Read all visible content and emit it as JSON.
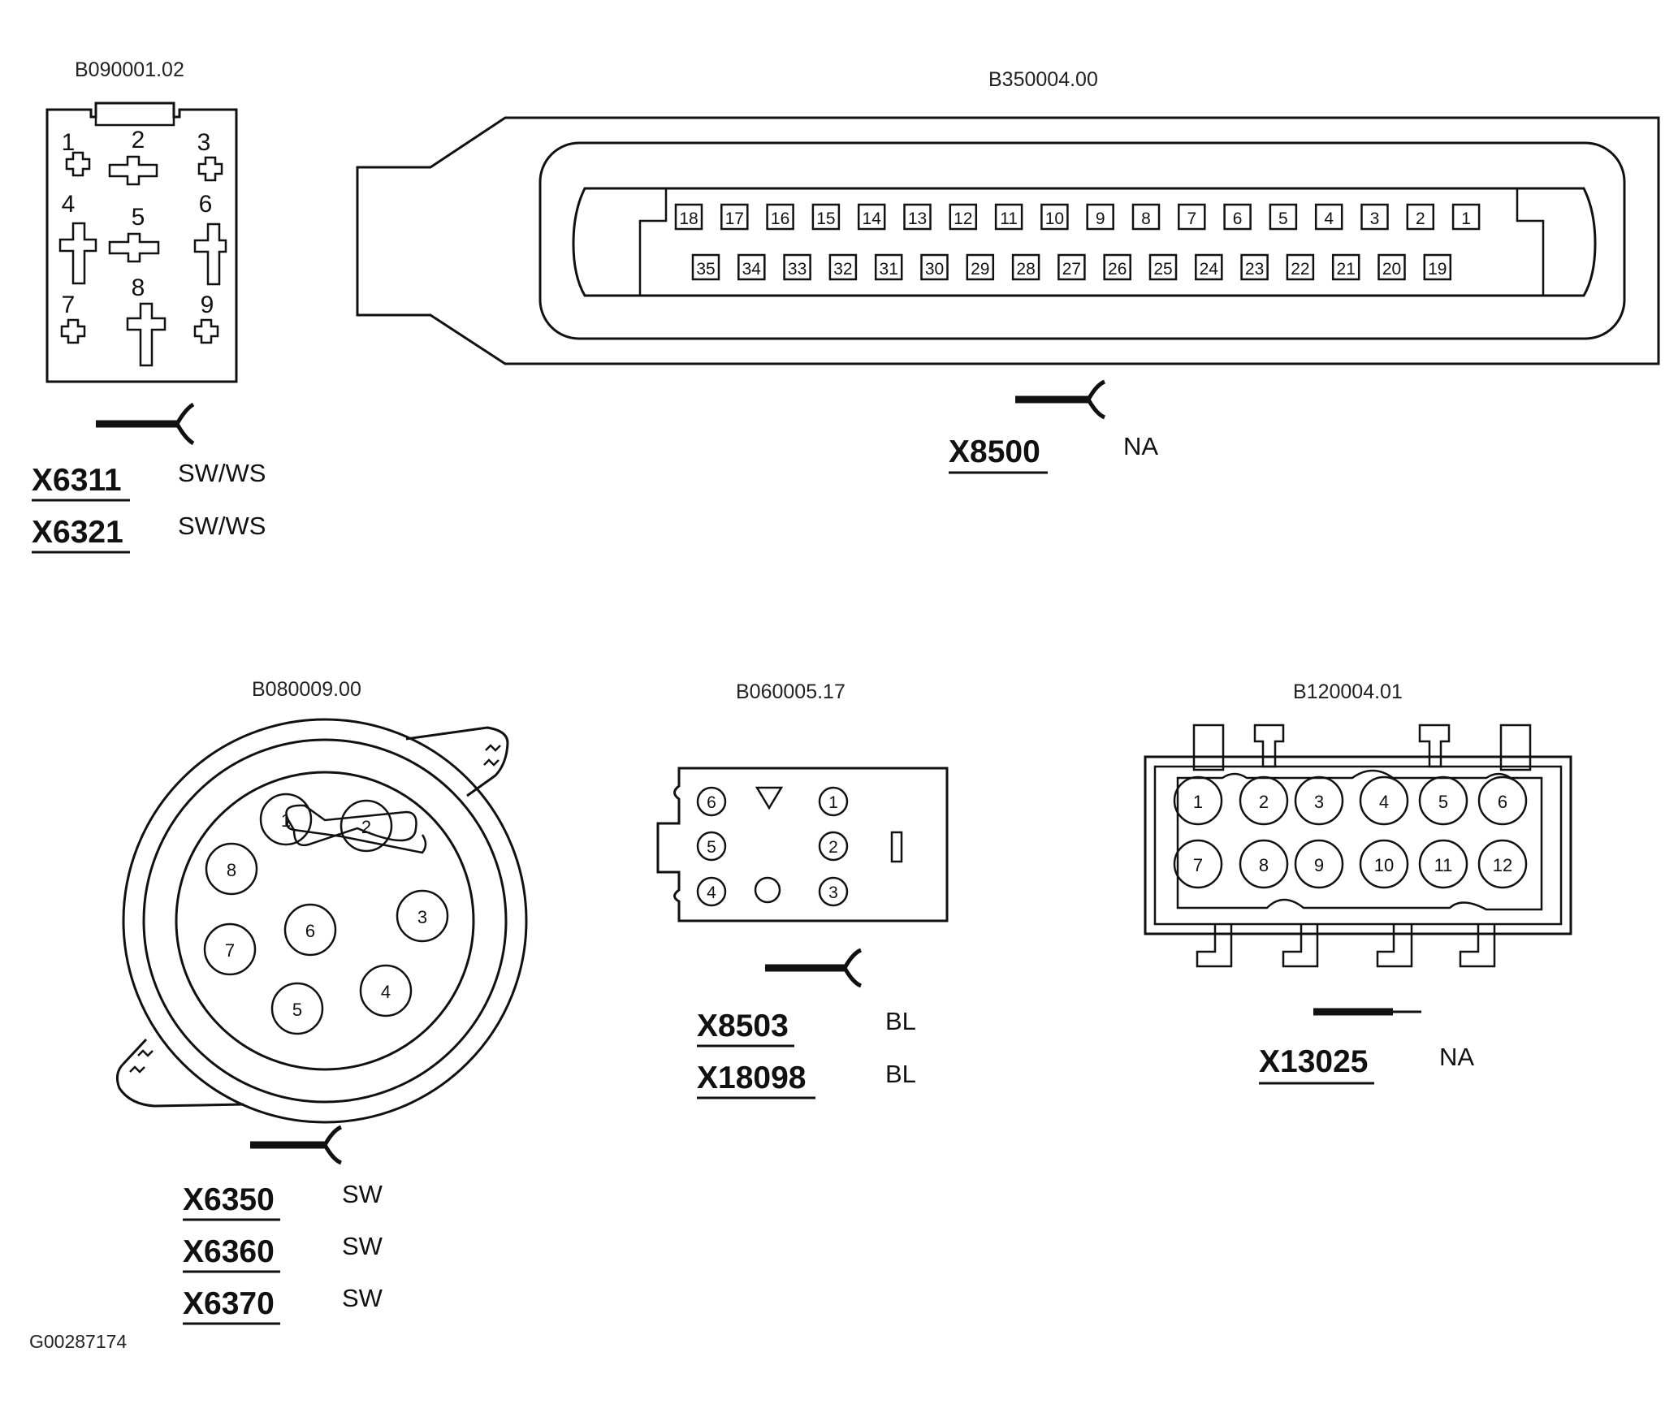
{
  "connectors": {
    "c9": {
      "part_number": "B090001.02",
      "pins": [
        "1",
        "2",
        "3",
        "4",
        "5",
        "6",
        "7",
        "8",
        "9"
      ],
      "ids": [
        {
          "id": "X6311",
          "color": "SW/WS"
        },
        {
          "id": "X6321",
          "color": "SW/WS"
        }
      ]
    },
    "c35": {
      "part_number": "B350004.00",
      "pins_top": [
        "18",
        "17",
        "16",
        "15",
        "14",
        "13",
        "12",
        "11",
        "10",
        "9",
        "8",
        "7",
        "6",
        "5",
        "4",
        "3",
        "2",
        "1"
      ],
      "pins_bottom": [
        "35",
        "34",
        "33",
        "32",
        "31",
        "30",
        "29",
        "28",
        "27",
        "26",
        "25",
        "24",
        "23",
        "22",
        "21",
        "20",
        "19"
      ],
      "ids": [
        {
          "id": "X8500",
          "color": "NA"
        }
      ]
    },
    "c8": {
      "part_number": "B080009.00",
      "pins": [
        "1",
        "2",
        "3",
        "4",
        "5",
        "6",
        "7",
        "8"
      ],
      "ids": [
        {
          "id": "X6350",
          "color": "SW"
        },
        {
          "id": "X6360",
          "color": "SW"
        },
        {
          "id": "X6370",
          "color": "SW"
        }
      ]
    },
    "c6": {
      "part_number": "B060005.17",
      "pins": [
        "6",
        "1",
        "5",
        "2",
        "4",
        "3"
      ],
      "ids": [
        {
          "id": "X8503",
          "color": "BL"
        },
        {
          "id": "X18098",
          "color": "BL"
        }
      ]
    },
    "c12": {
      "part_number": "B120004.01",
      "pins": [
        "1",
        "2",
        "3",
        "4",
        "5",
        "6",
        "7",
        "8",
        "9",
        "10",
        "11",
        "12"
      ],
      "ids": [
        {
          "id": "X13025",
          "color": "NA"
        }
      ]
    }
  },
  "figure_id": "G00287174"
}
